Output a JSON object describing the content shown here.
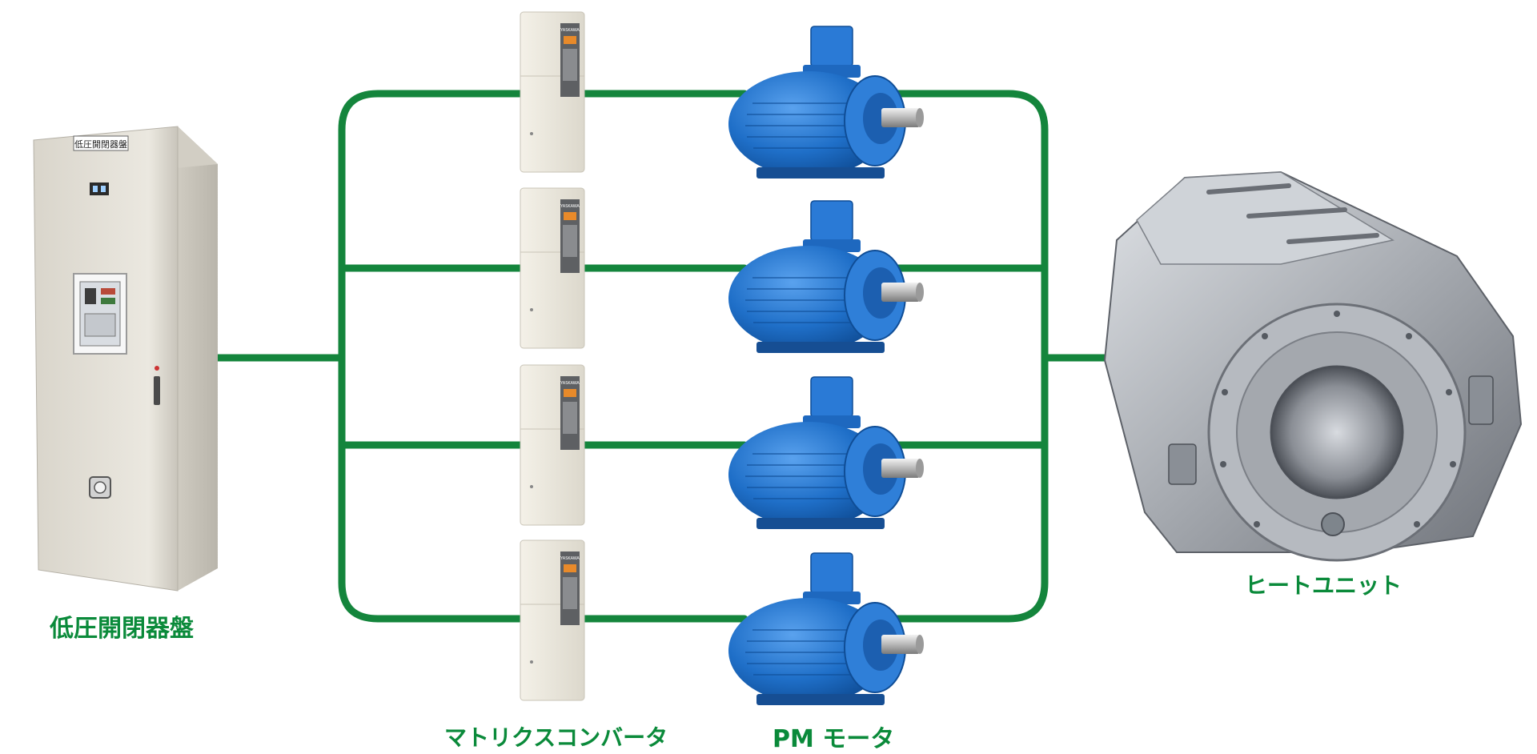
{
  "labels": {
    "switchgear": "低圧開閉器盤",
    "converter": "マトリクスコンバータ",
    "motor": "PM モータ",
    "heat_unit": "ヒートユニット"
  },
  "switchgear_nameplate": "低圧開閉器盤",
  "converter_brand": "YASKAWA",
  "colors": {
    "line": "#14853c",
    "label": "#0a8a3a",
    "motor": "#1d6fc9",
    "cabinet": "#e6e2d8",
    "converter": "#ece8dc",
    "heat_unit": "#a9adb3"
  }
}
